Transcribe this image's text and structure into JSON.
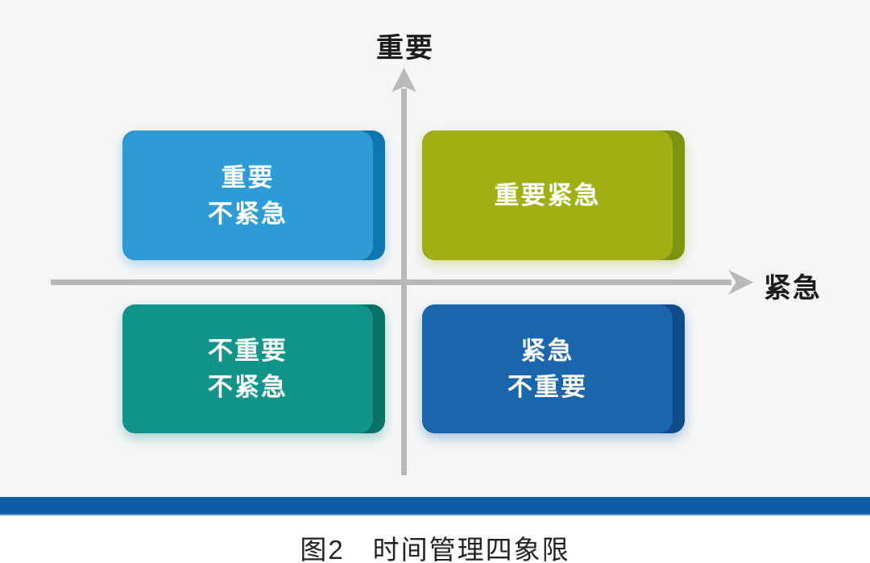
{
  "figure": {
    "caption": "图2　时间管理四象限"
  },
  "axes": {
    "y_axis_label": "重要",
    "x_axis_label": "紧急",
    "line_color": "#b9b9b9"
  },
  "quadrants": {
    "top_left": {
      "lines": [
        "重要",
        "不紧急"
      ],
      "fill": "#2e9bd5",
      "edge": "#1076b0"
    },
    "top_right": {
      "lines": [
        "重要紧急"
      ],
      "fill": "#a0b014",
      "edge": "#7f9110"
    },
    "bottom_left": {
      "lines": [
        "不重要",
        "不紧急"
      ],
      "fill": "#11948a",
      "edge": "#0a7168"
    },
    "bottom_right": {
      "lines": [
        "紧急",
        "不重要"
      ],
      "fill": "#1b65ad",
      "edge": "#104b8a"
    }
  },
  "footer": {
    "bar_color": "#0d5ca6"
  },
  "colors": {
    "background": "#f5f6f7",
    "label_text": "#1c1c1c",
    "box_text": "#ffffff"
  }
}
